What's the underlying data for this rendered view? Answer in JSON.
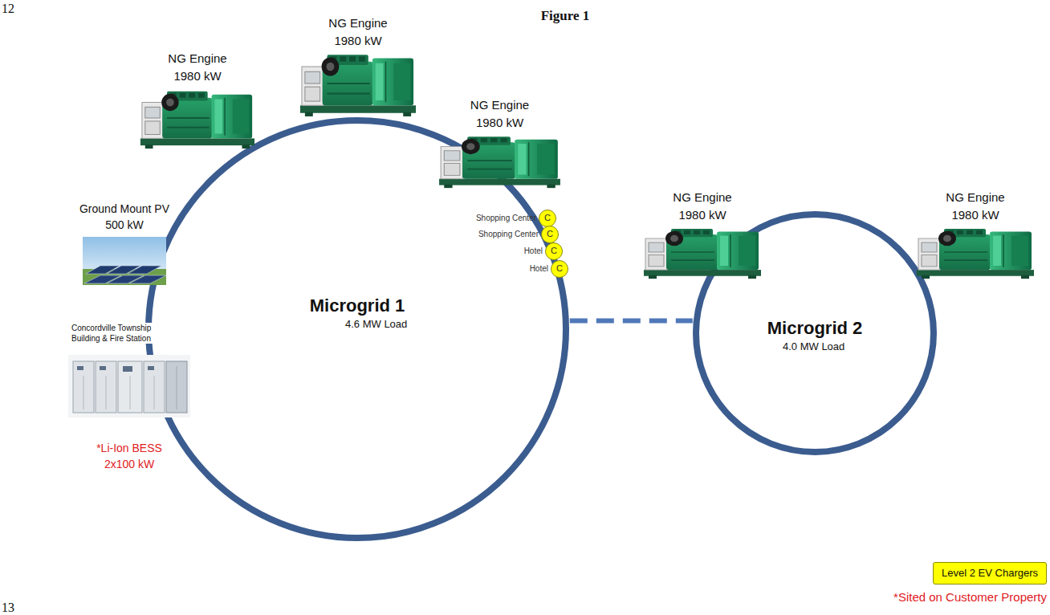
{
  "diagram": {
    "title": "Figure 1",
    "nodes": [
      {
        "text": [
          "NG Engine",
          "1980 kW"
        ]
      },
      {
        "text": [
          "NG Engine",
          "1980 kW"
        ]
      },
      {
        "text": [
          "NG Engine",
          "1980 kW"
        ]
      },
      {
        "text": [
          "NG Engine",
          "1980 kW"
        ]
      },
      {
        "text": [
          "NG Engine",
          "1980 kW"
        ]
      },
      {
        "text": [
          "Ground Mount PV",
          "500 kW"
        ]
      },
      {
        "text": [
          "Microgrid 1",
          "4.6 MW Load"
        ]
      },
      {
        "text": [
          "Microgrid 2",
          "4.0 MW Load"
        ]
      },
      {
        "text": [
          "Concordville Township Building & Fire Station",
          "*Li-Ion BESS",
          "2x100 kW"
        ]
      },
      {
        "text": [
          "Shopping Center",
          "C"
        ]
      },
      {
        "text": [
          "Shopping Center",
          "C"
        ]
      },
      {
        "text": [
          "Hotel",
          "C"
        ]
      },
      {
        "text": [
          "Hotel",
          "C"
        ]
      }
    ],
    "edges": [
      {
        "from": 6,
        "to": 7,
        "arrow": "none"
      }
    ],
    "labels": [
      "12",
      "*Sited on Customer Property",
      "13"
    ],
    "legend": [
      {
        "text": "Level 2 EV Chargers",
        "color": "#ffff00"
      }
    ]
  }
}
